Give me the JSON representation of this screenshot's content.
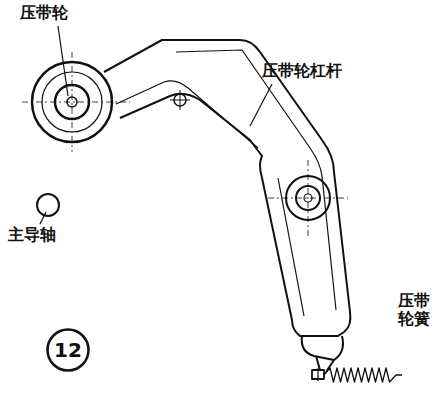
{
  "diagram": {
    "nodes": [
      {
        "text": [
          "12"
        ]
      }
    ],
    "labels": [
      "压带轮",
      "压带轮杠杆",
      "主导轴",
      "压带 轮簧"
    ]
  }
}
